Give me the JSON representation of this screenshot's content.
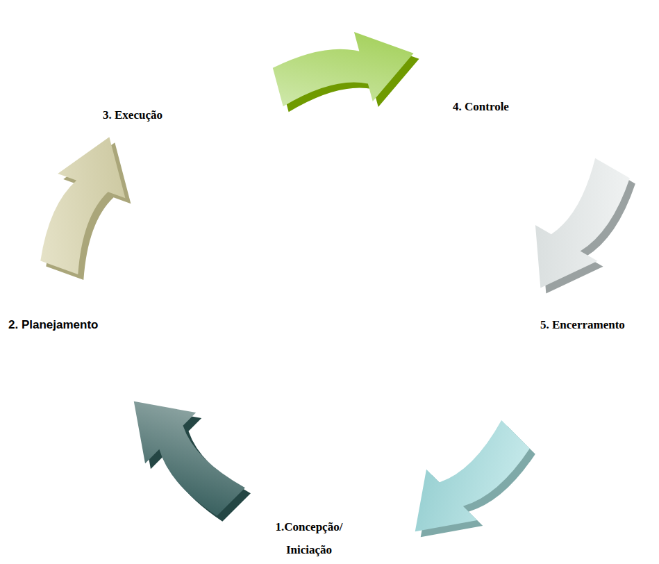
{
  "diagram": {
    "labels": [
      "1.Concepção/ Iniciação",
      "2. Planejamento",
      "3. Execução",
      "4. Controle",
      "5. Encerramento"
    ]
  }
}
